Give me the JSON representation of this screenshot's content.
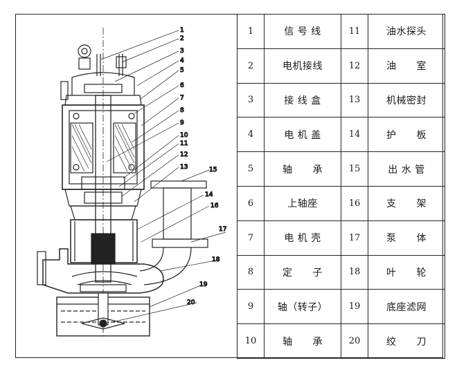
{
  "callout_numbers": [
    "1",
    "2",
    "3",
    "4",
    "5",
    "6",
    "7",
    "8",
    "9",
    "10",
    "11",
    "12",
    "13",
    "15",
    "14",
    "16",
    "17",
    "18",
    "19",
    "20"
  ],
  "rows": [
    {
      "n1": "1",
      "p1": "信 号 线",
      "n2": "11",
      "p2": "油水探头"
    },
    {
      "n1": "2",
      "p1": "电机接线",
      "n2": "12",
      "p2": "油　　室"
    },
    {
      "n1": "3",
      "p1": "接 线 盒",
      "n2": "13",
      "p2": "机械密封"
    },
    {
      "n1": "4",
      "p1": "电 机 盖",
      "n2": "14",
      "p2": "护　　板"
    },
    {
      "n1": "5",
      "p1": "轴　　承",
      "n2": "15",
      "p2": "出 水 管"
    },
    {
      "n1": "6",
      "p1": "上轴座",
      "n2": "16",
      "p2": "支　　架"
    },
    {
      "n1": "7",
      "p1": "电 机 壳",
      "n2": "17",
      "p2": "泵　　体"
    },
    {
      "n1": "8",
      "p1": "定　　子",
      "n2": "18",
      "p2": "叶　　轮"
    },
    {
      "n1": "9",
      "p1": "轴（转子）",
      "n2": "19",
      "p2": "底座滤网"
    },
    {
      "n1": "10",
      "p1": "轴　　承",
      "n2": "20",
      "p2": "绞　　刀"
    }
  ]
}
